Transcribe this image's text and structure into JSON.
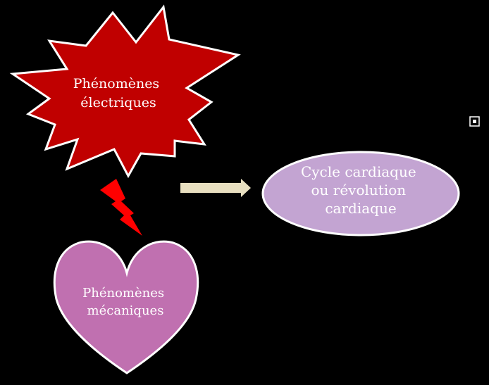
{
  "diagram": {
    "burst": {
      "lines": [
        "Phénomènes",
        "électriques"
      ],
      "fill": "#c00000",
      "stroke": "#ffffff"
    },
    "heart": {
      "lines": [
        "Phénomènes",
        "mécaniques"
      ],
      "fill": "#c070b0",
      "stroke": "#ffffff"
    },
    "ellipse": {
      "lines": [
        "Cycle cardiaque",
        "ou  révolution",
        "cardiaque"
      ],
      "fill": "#c3a4d2",
      "stroke": "#ffffff"
    },
    "lightning": {
      "fill": "#ff0000",
      "icon": "lightning-bolt-icon"
    },
    "arrow": {
      "fill": "#e8dfc0",
      "icon": "arrow-right-icon"
    },
    "corner_icon": {
      "icon": "square-dot-icon",
      "color": "#ffffff"
    }
  }
}
